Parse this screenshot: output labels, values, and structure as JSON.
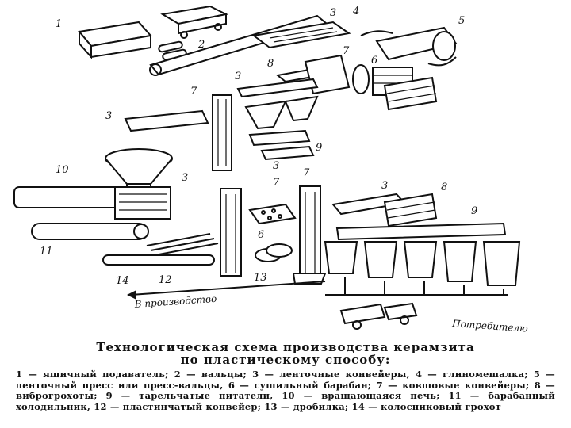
{
  "diagram": {
    "callouts": [
      "1",
      "2",
      "3",
      "4",
      "5",
      "6",
      "7",
      "8",
      "3",
      "7",
      "3",
      "9",
      "3",
      "10",
      "3",
      "11",
      "7",
      "7",
      "3",
      "8",
      "6",
      "9",
      "14",
      "12",
      "13"
    ],
    "flow_production": "В производство",
    "flow_consumers": "Потребителю"
  },
  "caption": {
    "title": "Технологическая схема производства керамзита",
    "subtitle": "по пластическому способу:",
    "legend": "1 — ящичный подаватель; 2 — вальцы; 3 — ленточные конвейеры, 4 — глиномешалка; 5 — ленточный пресс или пресс-вальцы, 6 — сушильный барабан; 7 — ковшовые конвейеры; 8 — виброгрохоты; 9 — тарельчатые питатели, 10 — вращающаяся печь; 11 — барабанный холодильник, 12 — пластинчатый конвейер; 13 — дробилка; 14 — колосниковый грохот"
  }
}
